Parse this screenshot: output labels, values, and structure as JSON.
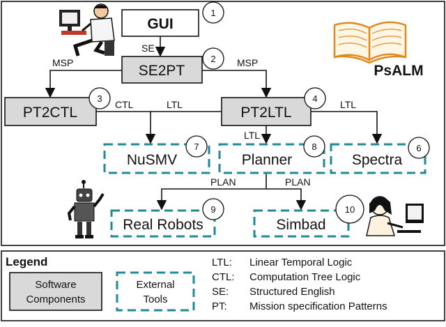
{
  "components": {
    "gui": {
      "label": "GUI",
      "num": "1"
    },
    "se2pt": {
      "label": "SE2PT",
      "num": "2"
    },
    "pt2ctl": {
      "label": "PT2CTL",
      "num": "3"
    },
    "pt2ltl": {
      "label": "PT2LTL",
      "num": "4"
    },
    "spectra": {
      "label": "Spectra",
      "num": "6"
    },
    "nusmv": {
      "label": "NuSMV",
      "num": "7"
    },
    "planner": {
      "label": "Planner",
      "num": "8"
    },
    "real_robots": {
      "label": "Real Robots",
      "num": "9"
    },
    "simbad": {
      "label": "Simbad",
      "num": "10"
    }
  },
  "edges": {
    "se": "SE",
    "msp_left": "MSP",
    "msp_right": "MSP",
    "ctl": "CTL",
    "ltl_nusmv": "LTL",
    "ltl_planner": "LTL",
    "ltl_spectra": "LTL",
    "plan_robots": "PLAN",
    "plan_simbad": "PLAN"
  },
  "logo": {
    "text": "PsALM"
  },
  "legend": {
    "title": "Legend",
    "software_line1": "Software",
    "software_line2": "Components",
    "external_line1": "External",
    "external_line2": "Tools",
    "abbreviations": [
      {
        "abbr": "LTL:",
        "meaning": "Linear  Temporal Logic"
      },
      {
        "abbr": "CTL:",
        "meaning": "Computation Tree Logic"
      },
      {
        "abbr": "SE:",
        "meaning": "Structured English"
      },
      {
        "abbr": "PT:",
        "meaning": "Mission  specification Patterns"
      }
    ]
  },
  "colors": {
    "software_fill": "#d9d9d9",
    "external_border": "#1f8a96",
    "book": "#e08a1e"
  }
}
